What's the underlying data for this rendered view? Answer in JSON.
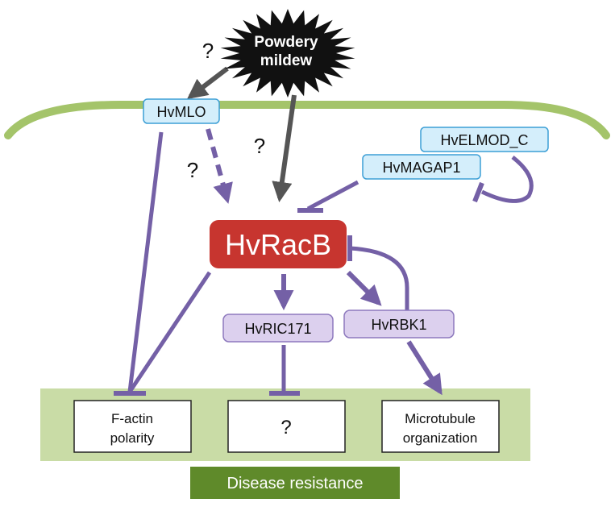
{
  "pathogen": {
    "line1": "Powdery",
    "line2": "mildew"
  },
  "question_mark": "?",
  "nodes": {
    "mlo": "HvMLO",
    "elmod": "HvELMOD_C",
    "magap1": "HvMAGAP1",
    "racb": "HvRacB",
    "ric171": "HvRIC171",
    "rbk1": "HvRBK1"
  },
  "outputs": {
    "factin_line1": "F-actin",
    "factin_line2": "polarity",
    "unknown": "?",
    "microtubule_line1": "Microtubule",
    "microtubule_line2": "organization"
  },
  "banner": "Disease resistance",
  "colors": {
    "membrane": "#a4c46a",
    "arrow_purple": "#7460a6",
    "arrow_gray": "#555555",
    "racb_fill": "#c7352f",
    "blue_node_fill": "#d4eefb",
    "blue_node_stroke": "#3d9fd6",
    "lavender_node_fill": "#dcd0ee",
    "lavender_node_stroke": "#8d79bd",
    "output_band": "#c9dca6",
    "banner_fill": "#5f8a2a"
  }
}
